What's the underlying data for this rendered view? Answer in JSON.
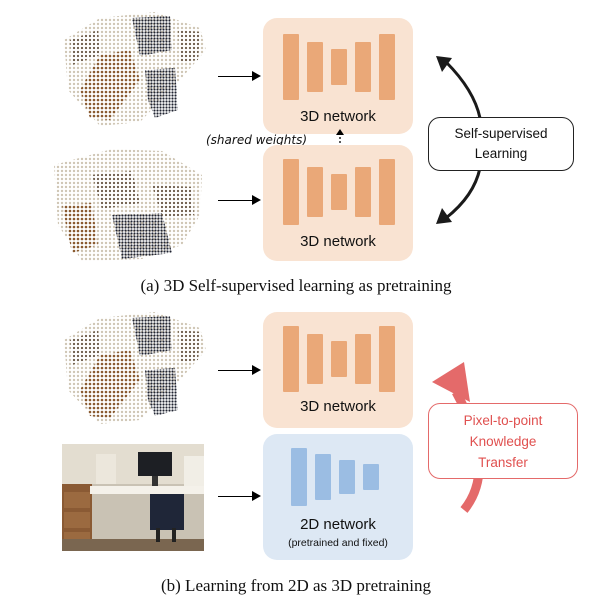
{
  "panel_a": {
    "network_top_label": "3D network",
    "network_bottom_label": "3D network",
    "shared_weights": "(shared weights)",
    "ssl_line1": "Self-supervised",
    "ssl_line2": "Learning",
    "caption": "(a) 3D Self-supervised learning as pretraining"
  },
  "panel_b": {
    "network_3d_label": "3D network",
    "network_2d_label": "2D network",
    "network_2d_sublabel": "(pretrained and fixed)",
    "transfer_line1": "Pixel-to-point",
    "transfer_line2": "Knowledge",
    "transfer_line3": "Transfer",
    "caption": "(b) Learning from 2D as 3D pretraining"
  },
  "colors": {
    "orange_box": "#f9e3d2",
    "orange_bar": "#eaa878",
    "blue_box": "#dde8f4",
    "blue_bar": "#9bbde3",
    "transfer_red": "#e46a6a"
  },
  "icons": [
    "point-cloud-image",
    "rgb-photo-image",
    "arrow-icon",
    "curved-arrow-icon"
  ]
}
